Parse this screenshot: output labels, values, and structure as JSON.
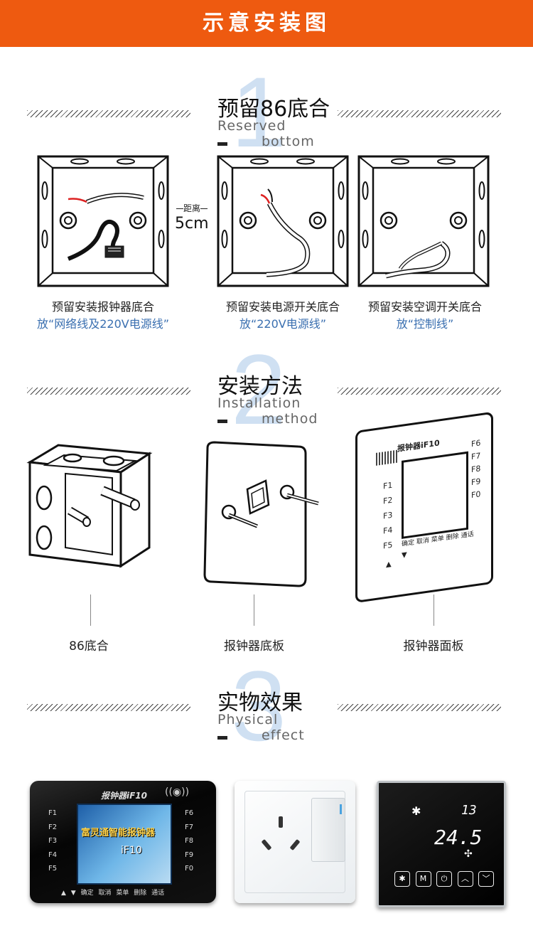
{
  "header": {
    "title": "示意安装图"
  },
  "section1": {
    "number": "1",
    "title": "预留86底合",
    "subtitle_line1": "Reserved",
    "subtitle_line2": "bottom",
    "distance_label": "距离",
    "distance_value": "5cm",
    "boxes": [
      {
        "caption": "预留安装报钟器底合",
        "note": "放“网络线及220V电源线”"
      },
      {
        "caption": "预留安装电源开关底合",
        "note": "放“220V电源线”"
      },
      {
        "caption": "预留安装空调开关底合",
        "note": "放“控制线”"
      }
    ]
  },
  "section2": {
    "number": "2",
    "title": "安装方法",
    "subtitle_line1": "Installation",
    "subtitle_line2": "method",
    "parts": [
      {
        "caption": "86底合"
      },
      {
        "caption": "报钟器底板"
      },
      {
        "caption": "报钟器面板"
      }
    ],
    "panel": {
      "brand": "报钟器iF10",
      "left_keys": [
        "F1",
        "F2",
        "F3",
        "F4",
        "F5"
      ],
      "right_keys": [
        "F6",
        "F7",
        "F8",
        "F9",
        "F0"
      ],
      "bottom_keys": [
        "确定",
        "取消",
        "菜单",
        "删除",
        "通话"
      ]
    }
  },
  "section3": {
    "number": "3",
    "title": "实物效果",
    "subtitle_line1": "Physical",
    "subtitle_line2": "effect",
    "device": {
      "brand": "报钟器iF10",
      "screen_text": "富灵通智能报钟器",
      "screen_model": "iF10",
      "left_keys": [
        "F1",
        "F2",
        "F3",
        "F4",
        "F5"
      ],
      "right_keys": [
        "F6",
        "F7",
        "F8",
        "F9",
        "F0"
      ],
      "bottom_keys": [
        "确定",
        "取消",
        "菜单",
        "删除",
        "通话"
      ]
    },
    "thermostat": {
      "set_temp": "13",
      "room_temp": "24.5",
      "buttons": [
        "✱",
        "M",
        "⏻",
        "︿",
        "﹀"
      ]
    }
  }
}
